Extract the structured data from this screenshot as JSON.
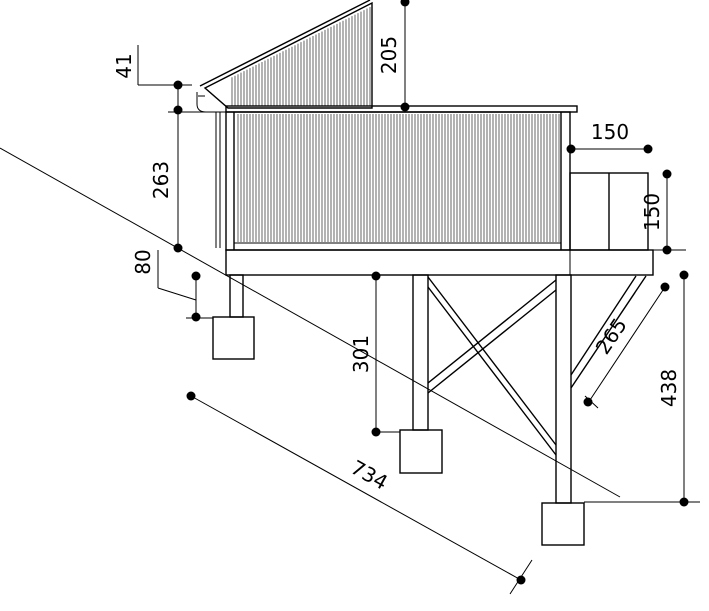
{
  "dimensions": {
    "d41": "41",
    "d205": "205",
    "d150_horizontal": "150",
    "d263": "263",
    "d150_vertical": "150",
    "d80": "80",
    "d265": "265",
    "d301": "301",
    "d438": "438",
    "d734": "734"
  },
  "colors": {
    "line": "#000000",
    "background": "#ffffff"
  }
}
